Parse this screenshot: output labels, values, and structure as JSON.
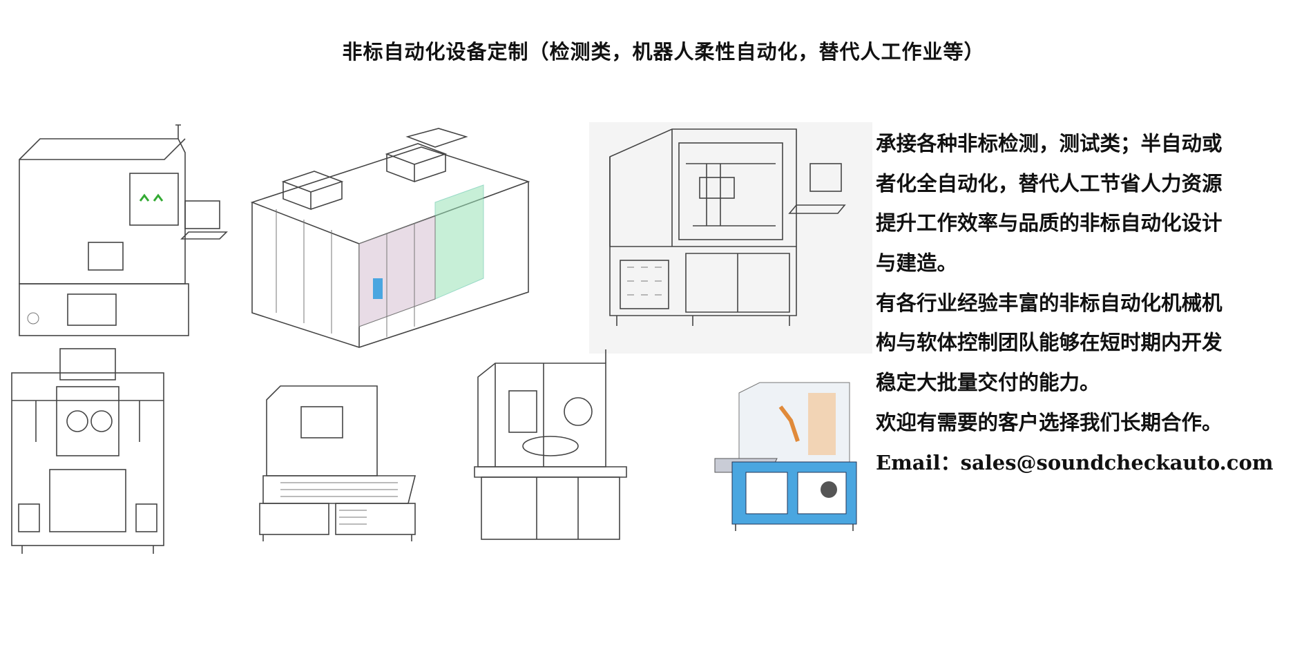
{
  "title": "非标自动化设备定制（检测类，机器人柔性自动化，替代人工作业等）",
  "description": {
    "lines": [
      "承接各种非标检测，测试类；半自动或",
      "者化全自动化，替代人工节省人力资源",
      "提升工作效率与品质的非标自动化设计",
      "与建造。",
      "有各行业经验丰富的非标自动化机械机",
      "构与软体控制团队能够在短时期内开发",
      "稳定大批量交付的能力。",
      "欢迎有需要的客户选择我们长期合作。"
    ],
    "email": "Email：sales@soundcheckauto.com"
  },
  "colors": {
    "text": "#111111",
    "glass_green": "#9be3b8",
    "frame_blue": "#4aa6e0",
    "panel_pink": "#e8dce6"
  }
}
